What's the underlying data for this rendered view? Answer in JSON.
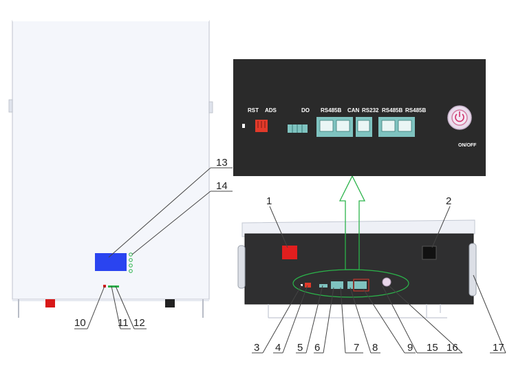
{
  "panel": {
    "port_labels": {
      "rst": "RST",
      "ads": "ADS",
      "do": "DO",
      "rs485b_1": "RS485B",
      "can": "CAN",
      "rs232": "RS232",
      "rs485b_2": "RS485B",
      "rs485b_3": "RS485B"
    },
    "power_label": "ON/OFF"
  },
  "callouts": {
    "c1": "1",
    "c2": "2",
    "c3": "3",
    "c4": "4",
    "c5": "5",
    "c6": "6",
    "c7": "7",
    "c8": "8",
    "c9": "9",
    "c10": "10",
    "c11": "11",
    "c12": "12",
    "c13": "13",
    "c14": "14",
    "c15": "15",
    "c16": "16",
    "c17": "17"
  },
  "colors": {
    "panel": "#2a2a2a",
    "port_teal": "#7fc3c0",
    "dip_red": "#e23a2a",
    "display_blue": "#2a44f0",
    "leader_green": "#2bb34a",
    "terminal_red": "#d81818",
    "cabinet": "#f4f6fb"
  }
}
